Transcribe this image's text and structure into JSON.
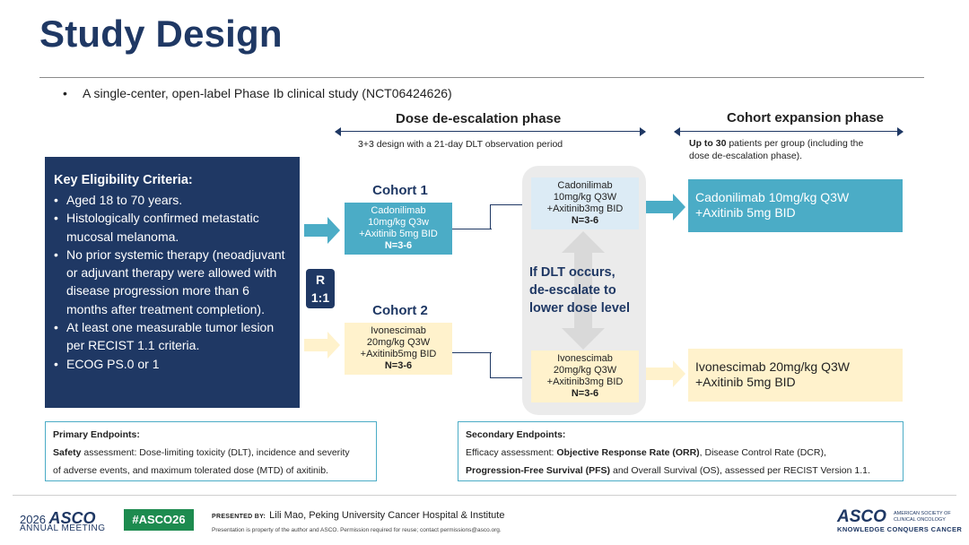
{
  "title": "Study Design",
  "bullet": "A single-center, open-label Phase Ib clinical study (NCT06424626)",
  "dose_phase": {
    "title": "Dose de-escalation phase",
    "subtitle": "3+3 design with a 21-day DLT observation period"
  },
  "expansion_phase": {
    "title": "Cohort expansion phase",
    "subtitle_bold": "Up to 30",
    "subtitle_rest": " patients per group (including the",
    "subtitle_line2": "dose de-escalation phase)."
  },
  "eligibility": {
    "heading": "Key Eligibility Criteria",
    "heading_colon": ":",
    "items": [
      "Aged 18 to 70 years.",
      "Histologically confirmed metastatic mucosal melanoma.",
      "No prior systemic therapy (neoadjuvant or adjuvant therapy were allowed with disease progression more than 6 months after treatment completion).",
      "At least one measurable tumor lesion per RECIST 1.1 criteria.",
      "ECOG PS.0 or 1"
    ]
  },
  "randomization": {
    "line1": "R",
    "line2": "1:1"
  },
  "cohort1": {
    "label": "Cohort 1",
    "line1": "Cadonilimab",
    "line2": "10mg/kg Q3w",
    "line3": "+Axitinib 5mg BID",
    "n": "N=3-6"
  },
  "cohort2": {
    "label": "Cohort 2",
    "line1": "Ivonescimab",
    "line2": "20mg/kg Q3W",
    "line3": "+Axitinib5mg BID",
    "n": "N=3-6"
  },
  "deesc1": {
    "line1": "Cadonilimab",
    "line2": "10mg/kg Q3W",
    "line3": "+Axitinib3mg BID",
    "n": "N=3-6"
  },
  "deesc2": {
    "line1": "Ivonescimab",
    "line2": "20mg/kg Q3W",
    "line3": "+Axitinib3mg BID",
    "n": "N=3-6"
  },
  "dlt_text": {
    "line1": "If DLT occurs,",
    "line2": "de-escalate to",
    "line3": "lower dose level"
  },
  "expansion1": {
    "line1": "Cadonilimab 10mg/kg Q3W",
    "line2": "+Axitinib 5mg BID"
  },
  "expansion2": {
    "line1": "Ivonescimab 20mg/kg Q3W",
    "line2": "+Axitinib 5mg BID"
  },
  "primary": {
    "heading": "Primary Endpoints:",
    "lead": "Safety",
    "text1": " assessment: Dose-limiting toxicity (DLT), incidence and severity",
    "text2": "of adverse events, and maximum tolerated dose (MTD) of axitinib."
  },
  "secondary": {
    "heading": "Secondary Endpoints:",
    "text1": "Efficacy assessment: ",
    "orr": "Objective Response Rate (ORR)",
    "text2": ", Disease Control Rate (DCR),",
    "pfs": "Progression-Free Survival (PFS)",
    "text3": " and Overall Survival (OS), assessed per RECIST Version 1.1."
  },
  "footer": {
    "year": "2026",
    "asco": "ASCO",
    "meeting": "ANNUAL MEETING",
    "hashtag": "#ASCO26",
    "presented_by": "PRESENTED BY:",
    "presenter": "Lili Mao, Peking University Cancer Hospital & Institute",
    "note": "Presentation is property of the author and ASCO. Permission required for reuse; contact permissions@asco.org.",
    "logo": "ASCO",
    "society_line1": "AMERICAN SOCIETY OF",
    "society_line2": "CLINICAL ONCOLOGY",
    "tagline": "KNOWLEDGE CONQUERS CANCER"
  },
  "colors": {
    "navy": "#1f3864",
    "teal": "#4bacc6",
    "pale_yellow": "#fff2cc",
    "light_blue": "#dcebf5",
    "green": "#1d8b4f"
  }
}
